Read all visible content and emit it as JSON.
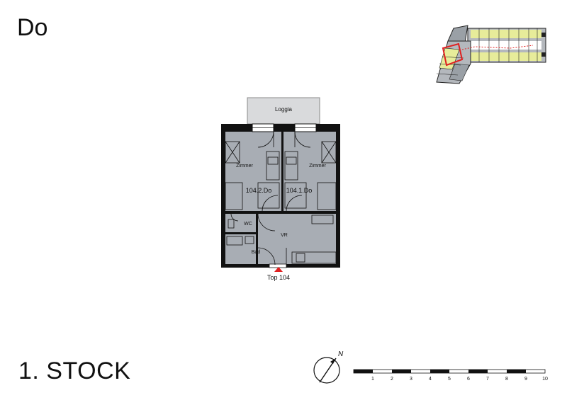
{
  "header": {
    "unit_code": "Do"
  },
  "footer": {
    "floor_label": "1. STOCK"
  },
  "plan": {
    "loggia": "Loggia",
    "room_left": "Zimmer",
    "room_right": "Zimmer",
    "unit_left": "104.2.Do",
    "unit_right": "104.1.Do",
    "wc": "WC",
    "vr": "VR",
    "bad": "Bad",
    "entrance": "Top 104"
  },
  "compass": {
    "north": "N"
  },
  "scale_bar": {
    "ticks": [
      "1",
      "2",
      "3",
      "4",
      "5",
      "6",
      "7",
      "8",
      "9",
      "10"
    ]
  },
  "colors": {
    "wall": "#111111",
    "room": "#a8adb4",
    "loggia": "#d9dadc",
    "accent": "#e02020",
    "highlight": "#e7ec9a"
  }
}
